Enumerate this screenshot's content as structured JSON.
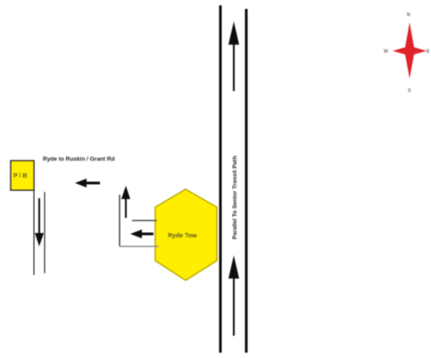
{
  "map": {
    "road_label": "Parallel To Senior Transit Path",
    "hexagon_label": "Ryde Tow",
    "street_label": "Ryde to Ruskin / Grant Rd",
    "building_label": "P / B"
  },
  "compass": {
    "north": "N",
    "south": "S",
    "east": "E",
    "west": "W"
  },
  "colors": {
    "compass": "#e0202a",
    "hexagon_fill": "#ffee00",
    "hexagon_stroke": "#b8a800",
    "building_fill": "#ffee00",
    "lines": "#111111"
  }
}
